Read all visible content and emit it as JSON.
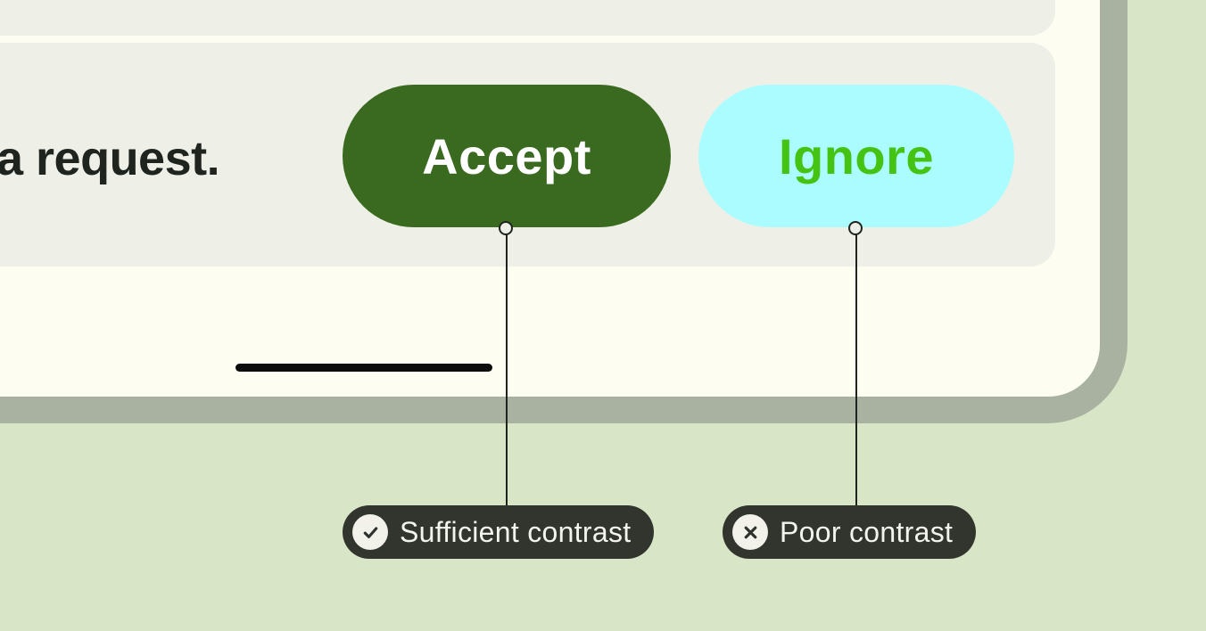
{
  "page": {
    "background_color": "#d9e5c7"
  },
  "phone_mockup": {
    "frame_color": "#a9b2a0",
    "screen_color": "#fdfdf2",
    "card_color": "#eef0e8",
    "message_text": "a request."
  },
  "buttons": {
    "accept": {
      "label": "Accept",
      "background_color": "#3a6a1f",
      "text_color": "#ffffff"
    },
    "ignore": {
      "label": "Ignore",
      "background_color": "#abfcff",
      "text_color": "#45c313"
    }
  },
  "callouts": {
    "sufficient": {
      "label": "Sufficient contrast",
      "icon": "check-circle-icon",
      "background_color": "#31352e",
      "text_color": "#f4f4ee"
    },
    "poor": {
      "label": "Poor contrast",
      "icon": "x-circle-icon",
      "background_color": "#31352e",
      "text_color": "#f4f4ee"
    }
  }
}
